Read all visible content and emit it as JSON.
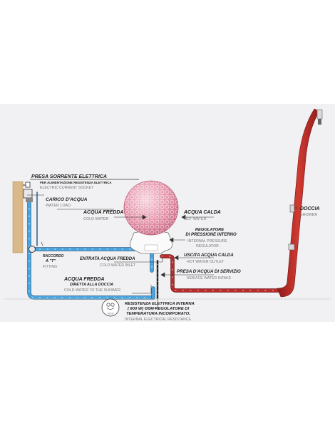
{
  "labels": {
    "socket_it": "PRESA SORRENTE ELETTRICA",
    "socket_sub_it": "PER ALIMENTAZIONE  RESISTENZA ELETTRICA",
    "socket_en": "ELECTRIC CURRENT SOCKET",
    "water_load_it": "CARICO D'ACQUA",
    "water_load_en": "WATER LOAD",
    "cold_water_it": "ACQUA FREDDA",
    "cold_water_en": "COLD WATER",
    "hot_water_it": "ACQUA CALDA",
    "hot_water_en": "HOT WATER",
    "shower_it": "DOCCIA",
    "shower_en": "SHOWER",
    "regulator_it_1": "REGOLATORE",
    "regulator_it_2": "DI PRESSIONE INTERNO",
    "regulator_en_1": "INTERNAL PRESSURE",
    "regulator_en_2": "REGULATOR",
    "fitting_it_1": "RACCORDO",
    "fitting_it_2": "A \"T\"",
    "fitting_en": "FITTING",
    "cold_inlet_it": "ENTRATA ACQUA FREDDA",
    "cold_inlet_en": "COLD WATER INLET",
    "hot_outlet_it": "USCITA ACQUA CALDA",
    "hot_outlet_en": "HOT WATER OUTLET",
    "service_intake_it": "PRESA D'ACQUA DI SERVIZIO",
    "service_intake_en": "SERVICE WATER INTAKE",
    "cold_shower_it_1": "ACQUA FREDDA",
    "cold_shower_it_2": "DIRETTA ALLA DOCCIA",
    "cold_shower_en": "COLD WATER TO THE SHOWER",
    "resistance_it_1": "RESISTENZA ELETTRICA INTERNA",
    "resistance_it_2": "( 800 W) CON REGOLATORE DI",
    "resistance_it_3": "TEMPERATURA INCORPORATO.",
    "resistance_en": "INTERNAL ELECTRICAL RESISTANCE",
    "logo_text": "hybrid"
  },
  "colors": {
    "cold_pipe": "#4aa3dc",
    "hot_pipe": "#b8292a",
    "shower_body": "#c62f2a",
    "sphere": "#e89ab0",
    "wall": "#d9b88a",
    "panel": "#f1f1f3"
  }
}
